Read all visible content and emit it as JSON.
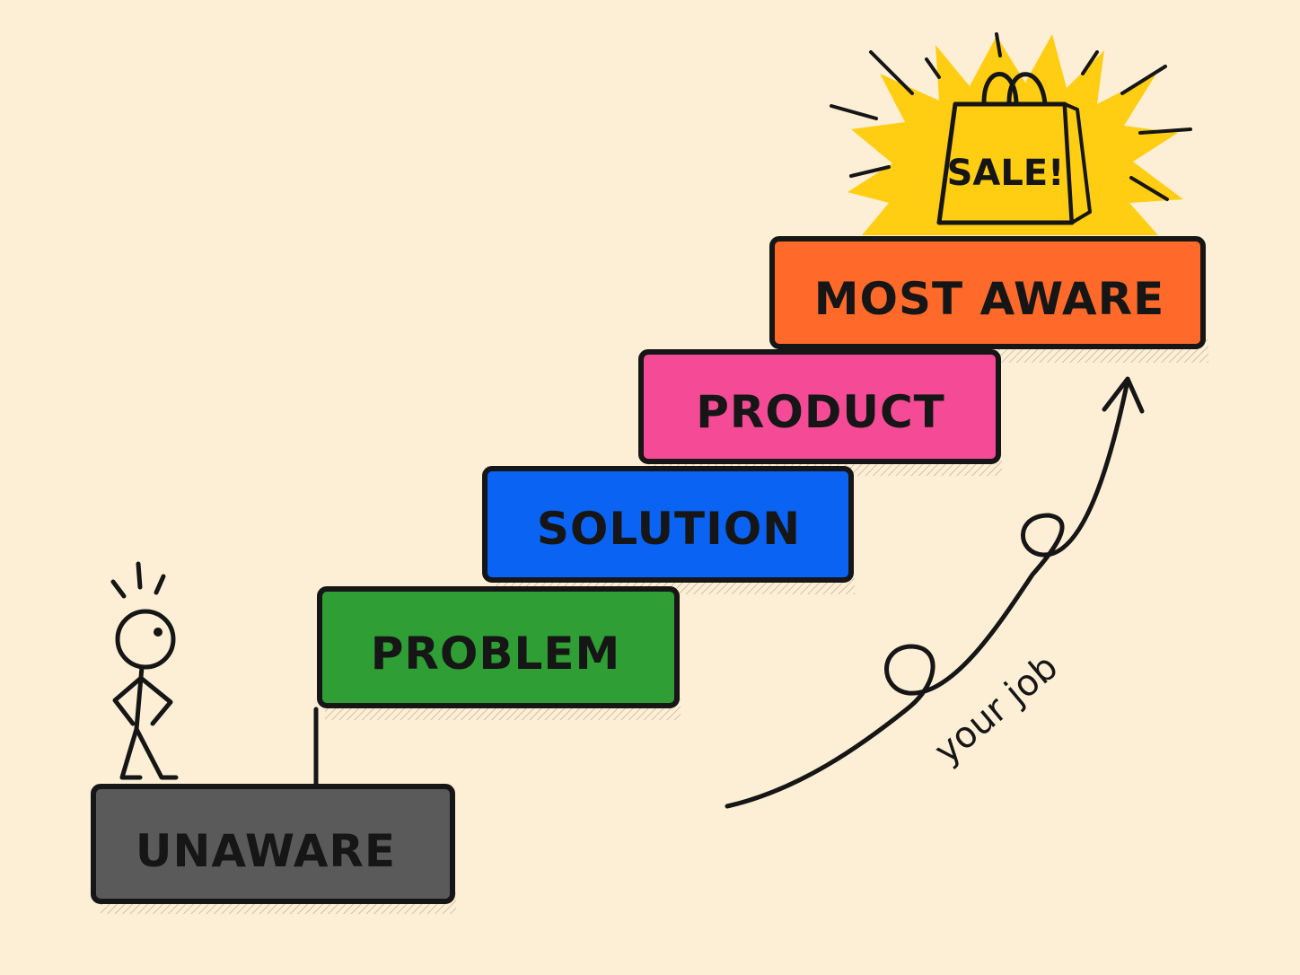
{
  "diagram": {
    "steps": [
      {
        "label": "UNAWARE",
        "color": "#5a5a5a"
      },
      {
        "label": "PROBLEM",
        "color": "#2f9e35"
      },
      {
        "label": "SOLUTION",
        "color": "#0a63f2"
      },
      {
        "label": "PRODUCT",
        "color": "#f54b96"
      },
      {
        "label": "MOST AWARE",
        "color": "#ff6a2a"
      }
    ],
    "sale_badge": {
      "text": "SALE!",
      "color": "#ffce12"
    },
    "arrow_label": "your job",
    "icons": {
      "figure": "stick-figure-icon",
      "bag": "shopping-bag-icon",
      "burst": "starburst-icon"
    },
    "background_color": "#fcefd6",
    "ink_color": "#161616"
  }
}
